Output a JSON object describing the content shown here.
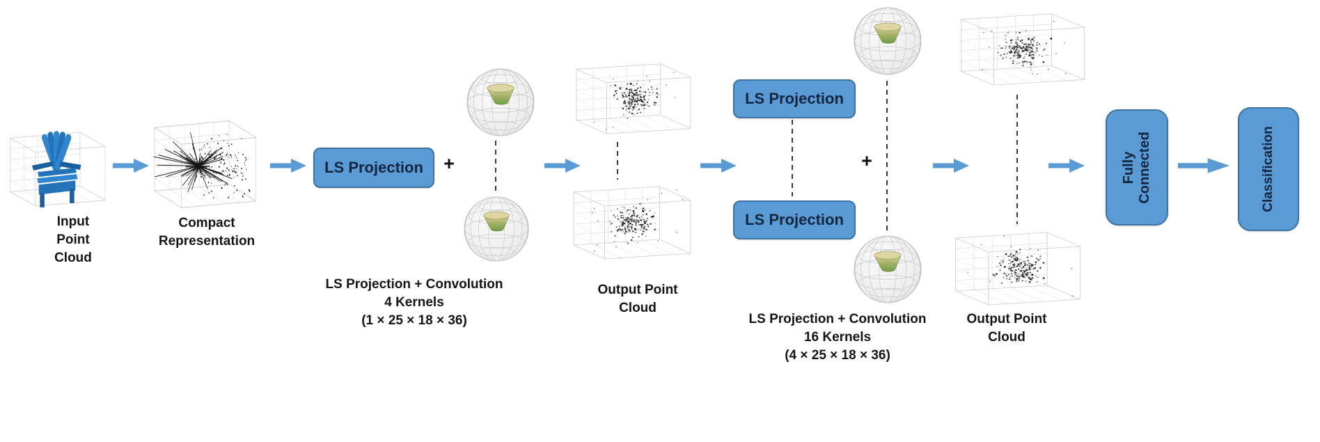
{
  "colors": {
    "accent": "#5B9BD5",
    "accent_border": "#3F729F",
    "button_text": "#12263F",
    "label": "#141414",
    "chair_blue": "#2273B8"
  },
  "input_stage": {
    "label_lines": [
      "Input",
      "Point",
      "Cloud"
    ]
  },
  "compact_stage": {
    "label_lines": [
      "Compact",
      "Representation"
    ]
  },
  "stage1": {
    "button_label": "LS Projection",
    "plus_sign": "+",
    "caption_lines": [
      "LS Projection + Convolution",
      "4 Kernels",
      "(1 × 25 × 18 × 36)"
    ]
  },
  "output1": {
    "label_lines": [
      "Output Point",
      "Cloud"
    ]
  },
  "stage2": {
    "button_top_label": "LS Projection",
    "button_bottom_label": "LS Projection",
    "plus_sign": "+",
    "caption_lines": [
      "LS Projection + Convolution",
      "16 Kernels",
      "(4 × 25 × 18 × 36)"
    ]
  },
  "output2": {
    "label_lines": [
      "Output Point",
      "Cloud"
    ]
  },
  "fully_connected_label": "Fully Connected",
  "classification_label": "Classification"
}
